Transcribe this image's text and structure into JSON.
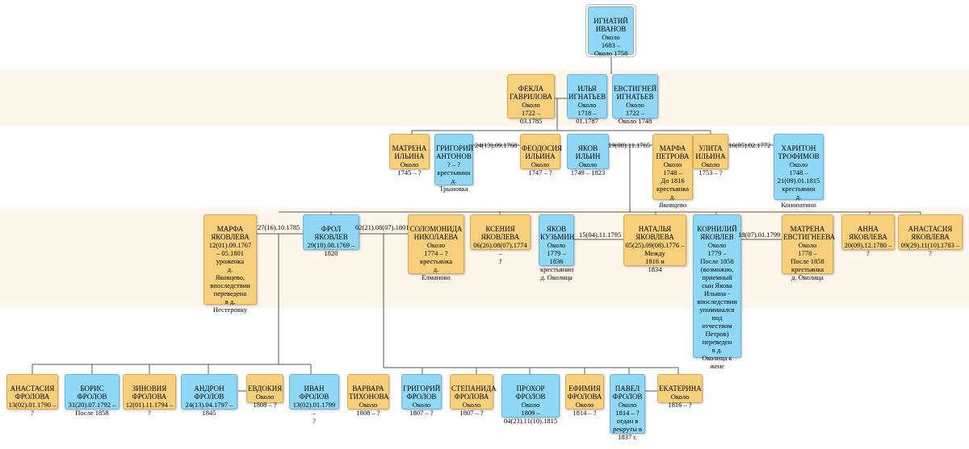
{
  "colors": {
    "male": "#8fd8f7",
    "female": "#f8cf7b",
    "line": "#555555",
    "band": "#fdf6ea"
  },
  "people": {
    "ignatiy": {
      "name": "ИГНАТИЙ\nИВАНОВ",
      "dates": "Около\n1683 –\nОколо 1758"
    },
    "fekla": {
      "name": "ФЕКЛА\nГАВРИЛОВА",
      "dates": "Около\n1722 –\n03.1785"
    },
    "ilya": {
      "name": "ИЛЬЯ\nИГНАТЬЕВ",
      "dates": "Около\n1718 –\n01.1787"
    },
    "evstigney": {
      "name": "ЕВСТИГНЕЙ\nИГНАТЬЕВ",
      "dates": "Около\n1722 –\nОколо 1748"
    },
    "matrena_i": {
      "name": "МАТРЕНА\nИЛЬИНА",
      "dates": "Около\n1745 – ?"
    },
    "grigoriy_a": {
      "name": "ГРИГОРИЙ\nАНТОНОВ",
      "dates": "? – ?\nкрестьянин\nд.\nТрыновка"
    },
    "feodosia": {
      "name": "ФЕОДОСИЯ\nИЛЬИНА",
      "dates": "Около\n1747 – ?"
    },
    "yakov_i": {
      "name": "ЯКОВ\nИЛЬИН",
      "dates": "Около\n1749 – 1823"
    },
    "marfa_p": {
      "name": "МАРФА\nПЕТРОВА",
      "dates": "Около\n1748 –\nДо 1816\nкрестьянка\nд.\nЯковцево"
    },
    "ulita": {
      "name": "УЛИТА\nИЛЬИНА",
      "dates": "Около\n1753 – ?"
    },
    "khariton": {
      "name": "ХАРИТОН\nТРОФИМОВ",
      "dates": "Около\n1748 –\n21(09).01.1815\nкрестьянин\nд.\nКонопатино"
    },
    "marfa_ya": {
      "name": "МАРФА\nЯКОВЛЕВА",
      "dates": "12(01).09.1767\n– 05.1801\nуроженка\nд.\nЯковцево,\nвпоследствии\nпереведена\nв д.\nНестеровку"
    },
    "frol": {
      "name": "ФРОЛ\nЯКОВЛЕВ",
      "dates": "29(18).08.1769 –\n1820"
    },
    "solomonida": {
      "name": "СОЛОМОНИДА\nНИКОЛАЕВА",
      "dates": "Около\n1774 – ?\nкрестьянка\nд.\nЕлманово"
    },
    "ksenia": {
      "name": "КСЕНИЯ\nЯКОВЛЕВА",
      "dates": "06(26).08(07).1774 –\n?"
    },
    "yakov_k": {
      "name": "ЯКОВ\nКУЗЬМИН",
      "dates": "Около\n1779 – 1836\nкрестьянин\nд. Околица"
    },
    "natalya": {
      "name": "НАТАЛЬЯ\nЯКОВЛЕВА",
      "dates": "05(25).09(08).1776 –\nМежду\n1816 и\n1834"
    },
    "korniliy": {
      "name": "КОРНИЛИЙ\nЯКОВЛЕВ",
      "dates": "Около\n1779 –\nПосле 1858\n(возможно,\nприемный\nсын Якова\nИльина -\nвпоследствии\nупоминался\nпод\nотчеством\nПетров)\nпереведен\nв д.\nОколица к\nжене"
    },
    "matrena_e": {
      "name": "МАТРЕНА\nЕВСТИГНЕЕВА",
      "dates": "Около\n1778 –\nПосле 1858\nкрестьянка\nд. Околица"
    },
    "anna": {
      "name": "АННА\nЯКОВЛЕВА",
      "dates": "20(09).12.1780 –\n?"
    },
    "anastasia_ya": {
      "name": "АНАСТАСИЯ\nЯКОВЛЕВА",
      "dates": "09(29).11(10).1783 –\n?"
    },
    "anastasia_f": {
      "name": "АНАСТАСИЯ\nФРОЛОВА",
      "dates": "13(02).01.1790 –\n?"
    },
    "boris": {
      "name": "БОРИС\nФРОЛОВ",
      "dates": "31(20).07.1792 –\nПосле 1858"
    },
    "zinovia": {
      "name": "ЗИНОВИЯ\nФРОЛОВА",
      "dates": "12(01).11.1794 –\n?"
    },
    "andron": {
      "name": "АНДРОН\nФРОЛОВ",
      "dates": "24(13).04.1797 –\n1845"
    },
    "evdokia": {
      "name": "ЕВДОКИЯ",
      "dates": "Около\n1808 – ?"
    },
    "ivan": {
      "name": "ИВАН\nФРОЛОВ",
      "dates": "13(02).01.1799 –\n?"
    },
    "varvara": {
      "name": "ВАРВАРА\nТИХОНОВА",
      "dates": "Около\n1808 – ?"
    },
    "grigoriy_f": {
      "name": "ГРИГОРИЙ\nФРОЛОВ",
      "dates": "Около\n1807 – ?"
    },
    "stepanida": {
      "name": "СТЕПАНИДА\nФРОЛОВА",
      "dates": "Около\n1807 – ?"
    },
    "prokhor": {
      "name": "ПРОХОР\nФРОЛОВ",
      "dates": "Около\n1809 –\n04(23).11(10).1815"
    },
    "efimia": {
      "name": "ЕФИМИЯ\nФРОЛОВА",
      "dates": "Около\n1814 – ?"
    },
    "pavel": {
      "name": "ПАВЕЛ\nФРОЛОВ",
      "dates": "Около\n1814 – ?\nотдан в\nрекруты в\n1837 г."
    },
    "ekaterina": {
      "name": "ЕКАТЕРИНА",
      "dates": "Около\n1816 – ?"
    }
  },
  "marriages": {
    "grigoriy_feodosia": "24(13).09.1768",
    "yakov_marfa": "19(08).11.1765",
    "ulita_khariton": "16(05).02.1772",
    "marfa_frol": "27(16).10.1785",
    "frol_solomonida": "02(21).08(07).1801",
    "yakov_natalya": "15(04).11.1795",
    "korniliy_matrena": "18(07).01.1799"
  }
}
